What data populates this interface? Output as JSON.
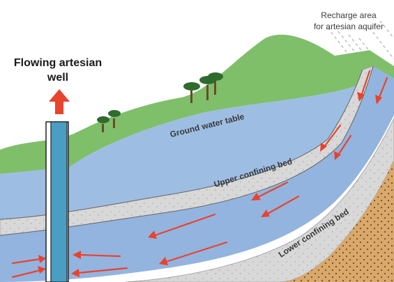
{
  "labels": {
    "well_title_line1": "Flowing artesian",
    "well_title_line2": "well",
    "recharge_line1": "Recharge area",
    "recharge_line2": "for artesian aquifer",
    "water_table": "Ground water table",
    "upper_bed": "Upper confining bed",
    "lower_bed": "Lower confining bed"
  },
  "colors": {
    "grass": "#7fbf6a",
    "aquifer": "#93b4de",
    "groundwater": "#9ebde3",
    "confining_bed": "#d8d8d8",
    "bedrock": "#d9a86a",
    "well_pipe": "#4a9ec4",
    "arrow": "#e8432e",
    "rain": "#b8b8b8",
    "tree_foliage": "#2e6b2e",
    "tree_trunk": "#6b4a2a"
  },
  "icons": {
    "up_arrow": "up-arrow-icon",
    "tree": "tree-icon",
    "flow_arrow": "flow-arrow-icon",
    "rain": "rain-icon"
  }
}
